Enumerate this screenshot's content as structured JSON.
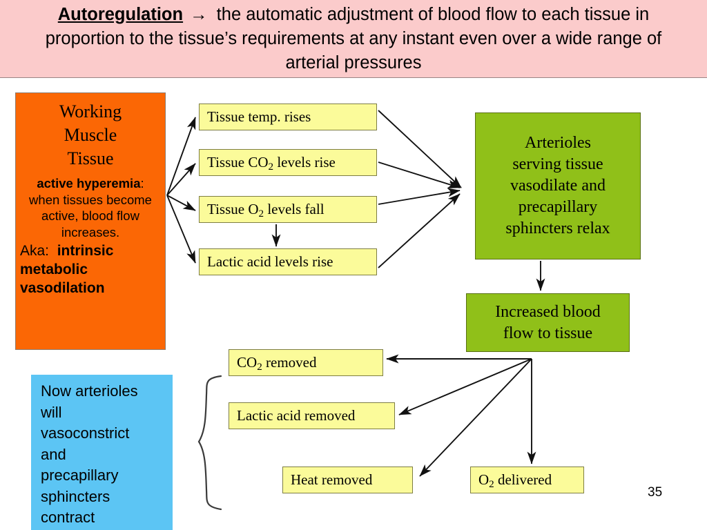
{
  "header": {
    "keyword": "Autoregulation",
    "arrow_glyph": "→",
    "definition": " the automatic adjustment of blood flow to each tissue in proportion to the tissue’s requirements at any instant even over a wide range of arterial pressures",
    "background_color": "#fbcbcb"
  },
  "page": {
    "number": "35"
  },
  "colors": {
    "orange": "#fb6705",
    "yellow": "#fbfb9a",
    "green": "#90c019",
    "blue": "#5cc5f4",
    "pink": "#fbcbcb",
    "stroke": "#1a1a1a"
  },
  "source_box": {
    "title_lines": [
      "Working",
      "Muscle",
      "Tissue"
    ],
    "term": "active hyperemia",
    "term_suffix": ":",
    "description": "when tissues become active, blood flow increases.",
    "aka_label": "Aka:",
    "aka_value": "intrinsic metabolic vasodilation"
  },
  "stimuli": [
    {
      "text_before": "Tissue temp. rises",
      "sub": "",
      "text_after": ""
    },
    {
      "text_before": "Tissue CO",
      "sub": "2",
      "text_after": " levels rise"
    },
    {
      "text_before": "Tissue O",
      "sub": "2",
      "text_after": " levels fall"
    },
    {
      "text_before": "Lactic acid levels rise",
      "sub": "",
      "text_after": ""
    }
  ],
  "response_boxes": [
    {
      "id": "arterioles",
      "lines": [
        "Arterioles",
        "serving tissue",
        "vasodilate and",
        "precapillary",
        "sphincters relax"
      ]
    },
    {
      "id": "increased-flow",
      "lines": [
        "Increased blood",
        "flow to tissue"
      ]
    }
  ],
  "outcomes": [
    {
      "id": "co2-removed",
      "text_before": "CO",
      "sub": "2",
      "text_after": " removed"
    },
    {
      "id": "lactic-acid-removed",
      "text_before": "Lactic acid removed",
      "sub": "",
      "text_after": ""
    },
    {
      "id": "heat-removed",
      "text_before": "Heat removed",
      "sub": "",
      "text_after": ""
    },
    {
      "id": "o2-delivered",
      "text_before": "O",
      "sub": "2",
      "text_after": " delivered"
    }
  ],
  "conclusion_box": {
    "lines": [
      "Now arterioles",
      "will",
      "vasoconstrict",
      "and",
      "precapillary",
      "sphincters",
      "contract"
    ]
  }
}
